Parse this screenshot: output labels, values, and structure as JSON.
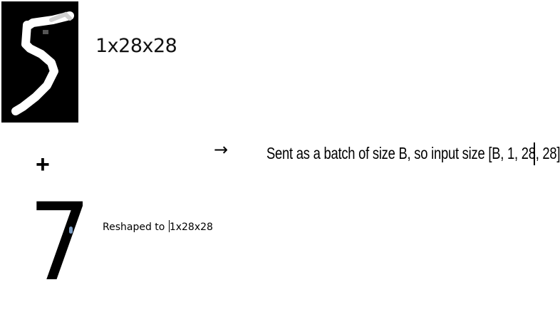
{
  "mnist_input": {
    "dimensions_label": "1x28x28"
  },
  "plus_symbol": "+",
  "arrow_symbol": "→",
  "batch_note": "Sent as a batch of size B, so input size [B, 1, 28, 28]",
  "label_input": {
    "digit": "7",
    "reshape_prefix": "Reshaped to ",
    "reshape_dims": "1x28x28"
  },
  "colors": {
    "tile_background": "#000000",
    "stroke": "#ffffff",
    "dot_accent": "#7a9cc4"
  }
}
